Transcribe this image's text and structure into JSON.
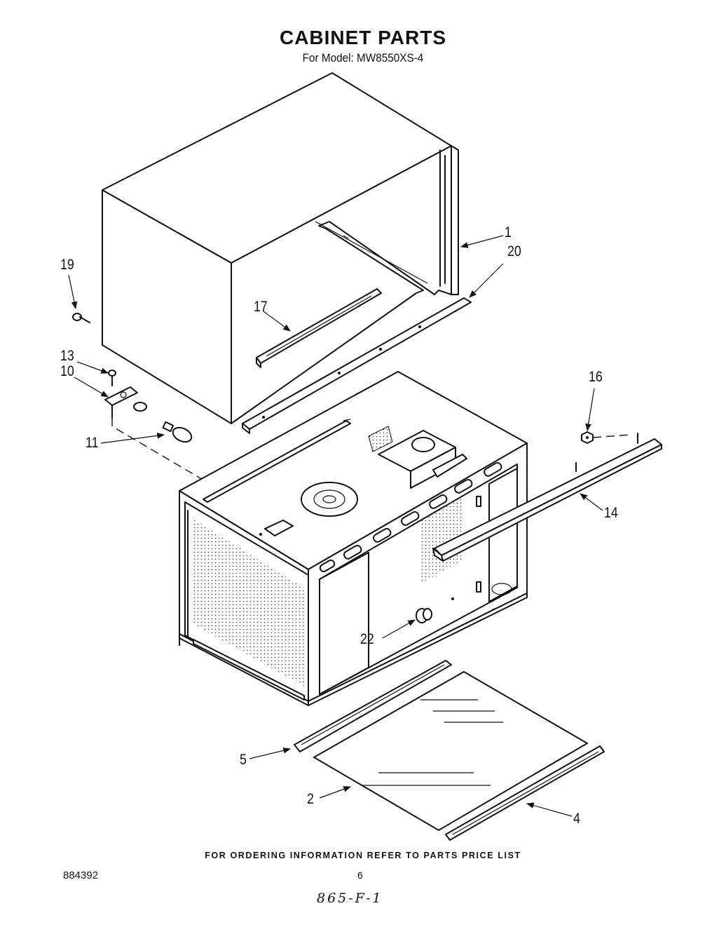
{
  "header": {
    "title": "CABINET PARTS",
    "subtitle": "For Model: MW8550XS-4"
  },
  "callouts": {
    "p1": "1",
    "p20": "20",
    "p19": "19",
    "p17": "17",
    "p13": "13",
    "p10": "10",
    "p11": "11",
    "p16": "16",
    "p14": "14",
    "p22": "22",
    "p5": "5",
    "p2": "2",
    "p4": "4"
  },
  "footer": {
    "ordering_note": "FOR ORDERING INFORMATION REFER TO PARTS PRICE LIST",
    "document_number": "884392",
    "page_number": "6",
    "handwritten_note": "865-F-1"
  }
}
